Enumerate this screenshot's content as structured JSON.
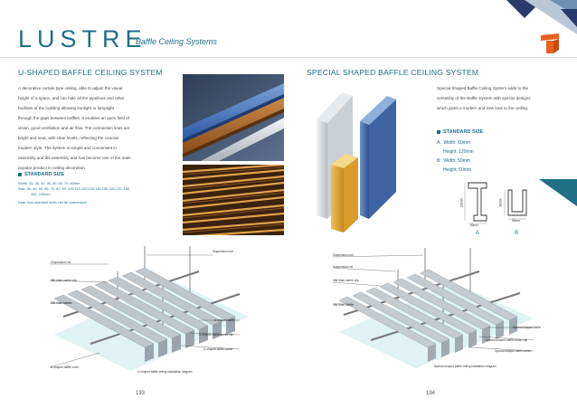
{
  "brand": {
    "name": "LUSTRE",
    "subtitle": "Baffle Ceiling Systems"
  },
  "left": {
    "title": "U-SHAPED BAFFLE CEILING SYSTEM",
    "body": [
      "A decorative curtain type ceiling, able to adjust the visual",
      "height of a space, and can hide all the pipelines and other",
      "facilities of the building allowing sunlight or lamplight",
      "through the gaps between baffles. It enables an open field of",
      "vision, good ventilation and air flow. The connection lines are",
      "bright and neat, with clear levels, reflecting the concise",
      "modern style. The system is simple and convenient in",
      "assembly and dis-assembly and has become one of the main",
      "popular product in ceiling decoration."
    ],
    "std_title": "STANDARD SIZE",
    "width_line": "Width:   20, 25, 30, 40, 50, 60, 70, 80mm",
    "size_line": "Size:      30, 40, 50, 65, 70, 80, 90, 100,110,120,130,140,150,160,170, 180,",
    "size_line2": "190, 200mm",
    "note": "Note: Non-standard sizes can be customized",
    "diagram": {
      "caption": "U-shaped baffle ceiling installation diagram",
      "labels": [
        "Suspension bolt",
        "Suspension rod",
        "38# Main carrier clip",
        "38# Main carrier",
        "U-shaped baffle",
        "U-shaped baffle carrier clip",
        "U-shaped baffle carrier",
        "U-shaped baffle cover"
      ]
    },
    "page": "193"
  },
  "right": {
    "title": "SPECIAL SHAPED BAFFLE CEILING SYSTEM",
    "body": [
      "Special Shaped Baffle Ceiling System adds to the",
      "versatility of the Baffle System with special designs",
      "which gives a modern and new look to the ceiling."
    ],
    "std_title": "STANDARD SIZE",
    "specs": [
      "A:  Width: 60mm",
      "     Height: 120mm",
      "B:  Width: 50mm",
      "     Height: 60mm"
    ],
    "profile_labels": {
      "a": "A",
      "b": "B",
      "a_w": "60mm",
      "b_w": "50mm",
      "a_h": "120mm",
      "b_h": "60mm"
    },
    "diagram": {
      "caption": "Special-shaped baffle ceiling installation diagram",
      "labels": [
        "Suspension bolt",
        "Suspension rod",
        "38# Main carrier clip",
        "38# Main carrier",
        "Special-shaped baffle",
        "Special-shaped baffle carrier clip",
        "Special-shaped baffle carrier"
      ]
    },
    "page": "194"
  },
  "colors": {
    "accent": "#1f6f86",
    "orange": "#e8601c",
    "navy": "#2a3a6a"
  }
}
